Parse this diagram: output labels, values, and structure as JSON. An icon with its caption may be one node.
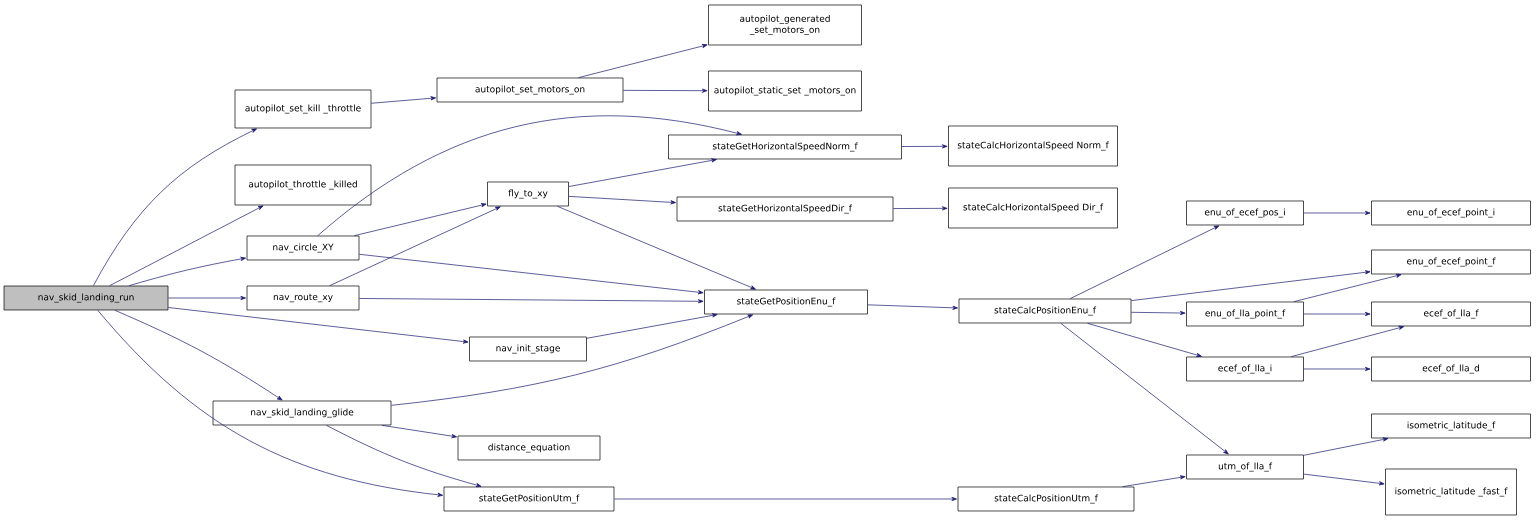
{
  "diagram": {
    "nodes": [
      {
        "text": [
          "nav_skid_landing_run"
        ]
      },
      {
        "text": [
          "autopilot_set_kill _throttle"
        ]
      },
      {
        "text": [
          "autopilot_throttle _killed"
        ]
      },
      {
        "text": [
          "nav_circle_XY"
        ]
      },
      {
        "text": [
          "nav_route_xy"
        ]
      },
      {
        "text": [
          "nav_skid_landing_glide"
        ]
      },
      {
        "text": [
          "stateGetPositionUtm_f"
        ]
      },
      {
        "text": [
          "autopilot_set_motors_on"
        ]
      },
      {
        "text": [
          "fly_to_xy"
        ]
      },
      {
        "text": [
          "nav_init_stage"
        ]
      },
      {
        "text": [
          "distance_equation"
        ]
      },
      {
        "text": [
          "autopilot_generated _set_motors_on"
        ]
      },
      {
        "text": [
          "autopilot_static_set _motors_on"
        ]
      },
      {
        "text": [
          "stateGetHorizontalSpeedNorm_f"
        ]
      },
      {
        "text": [
          "stateGetHorizontalSpeedDir_f"
        ]
      },
      {
        "text": [
          "stateGetPositionEnu_f"
        ]
      },
      {
        "text": [
          "stateCalcHorizontalSpeed Norm_f"
        ]
      },
      {
        "text": [
          "stateCalcHorizontalSpeed Dir_f"
        ]
      },
      {
        "text": [
          "stateCalcPositionEnu_f"
        ]
      },
      {
        "text": [
          "stateCalcPositionUtm_f"
        ]
      },
      {
        "text": [
          "enu_of_ecef_pos_i"
        ]
      },
      {
        "text": [
          "enu_of_lla_point_f"
        ]
      },
      {
        "text": [
          "ecef_of_lla_i"
        ]
      },
      {
        "text": [
          "utm_of_lla_f"
        ]
      },
      {
        "text": [
          "enu_of_ecef_point_i"
        ]
      },
      {
        "text": [
          "enu_of_ecef_point_f"
        ]
      },
      {
        "text": [
          "ecef_of_lla_f"
        ]
      },
      {
        "text": [
          "ecef_of_lla_d"
        ]
      },
      {
        "text": [
          "isometric_latitude_f"
        ]
      },
      {
        "text": [
          "isometric_latitude _fast_f"
        ]
      }
    ],
    "edges": [
      {
        "from": 0,
        "to": 1,
        "arrow": "to"
      },
      {
        "from": 0,
        "to": 2,
        "arrow": "to"
      },
      {
        "from": 0,
        "to": 3,
        "arrow": "to"
      },
      {
        "from": 0,
        "to": 4,
        "arrow": "to"
      },
      {
        "from": 0,
        "to": 9,
        "arrow": "to"
      },
      {
        "from": 0,
        "to": 5,
        "arrow": "to"
      },
      {
        "from": 0,
        "to": 6,
        "arrow": "to"
      },
      {
        "from": 1,
        "to": 7,
        "arrow": "to"
      },
      {
        "from": 7,
        "to": 11,
        "arrow": "to"
      },
      {
        "from": 7,
        "to": 12,
        "arrow": "to"
      },
      {
        "from": 3,
        "to": 13,
        "arrow": "to"
      },
      {
        "from": 3,
        "to": 8,
        "arrow": "to"
      },
      {
        "from": 3,
        "to": 15,
        "arrow": "to"
      },
      {
        "from": 4,
        "to": 8,
        "arrow": "to"
      },
      {
        "from": 4,
        "to": 15,
        "arrow": "to"
      },
      {
        "from": 8,
        "to": 13,
        "arrow": "to"
      },
      {
        "from": 8,
        "to": 14,
        "arrow": "to"
      },
      {
        "from": 8,
        "to": 15,
        "arrow": "to"
      },
      {
        "from": 9,
        "to": 15,
        "arrow": "to"
      },
      {
        "from": 5,
        "to": 15,
        "arrow": "to"
      },
      {
        "from": 5,
        "to": 10,
        "arrow": "to"
      },
      {
        "from": 5,
        "to": 6,
        "arrow": "to"
      },
      {
        "from": 6,
        "to": 19,
        "arrow": "to"
      },
      {
        "from": 13,
        "to": 16,
        "arrow": "to"
      },
      {
        "from": 14,
        "to": 17,
        "arrow": "to"
      },
      {
        "from": 15,
        "to": 18,
        "arrow": "to"
      },
      {
        "from": 18,
        "to": 20,
        "arrow": "to"
      },
      {
        "from": 18,
        "to": 25,
        "arrow": "to"
      },
      {
        "from": 18,
        "to": 21,
        "arrow": "to"
      },
      {
        "from": 18,
        "to": 22,
        "arrow": "to"
      },
      {
        "from": 18,
        "to": 23,
        "arrow": "to"
      },
      {
        "from": 20,
        "to": 24,
        "arrow": "to"
      },
      {
        "from": 21,
        "to": 25,
        "arrow": "to"
      },
      {
        "from": 21,
        "to": 26,
        "arrow": "to"
      },
      {
        "from": 22,
        "to": 26,
        "arrow": "to"
      },
      {
        "from": 22,
        "to": 27,
        "arrow": "to"
      },
      {
        "from": 19,
        "to": 23,
        "arrow": "to"
      },
      {
        "from": 23,
        "to": 28,
        "arrow": "to"
      },
      {
        "from": 23,
        "to": 29,
        "arrow": "to"
      }
    ]
  }
}
